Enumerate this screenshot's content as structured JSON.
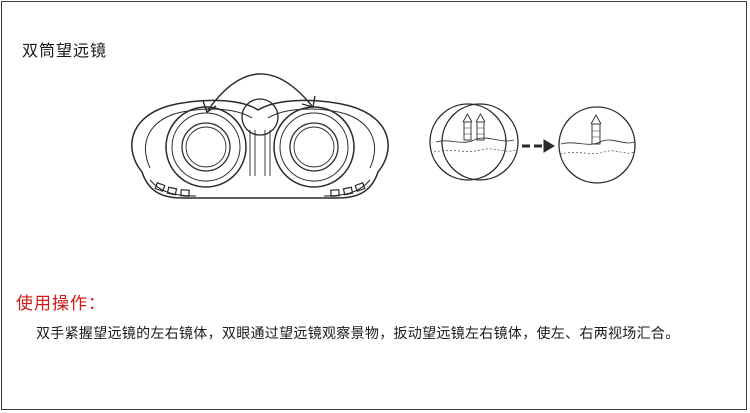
{
  "title": "双筒望远镜",
  "instructions": {
    "heading": "使用操作：",
    "body": "双手紧握望远镜的左右镜体，双眼通过望远镜观察景物，扳动望远镜左右镜体，使左、右两视场汇合。"
  },
  "colors": {
    "heading": "#d01818",
    "line": "#2a2a2a",
    "text": "#1a1a1a"
  }
}
